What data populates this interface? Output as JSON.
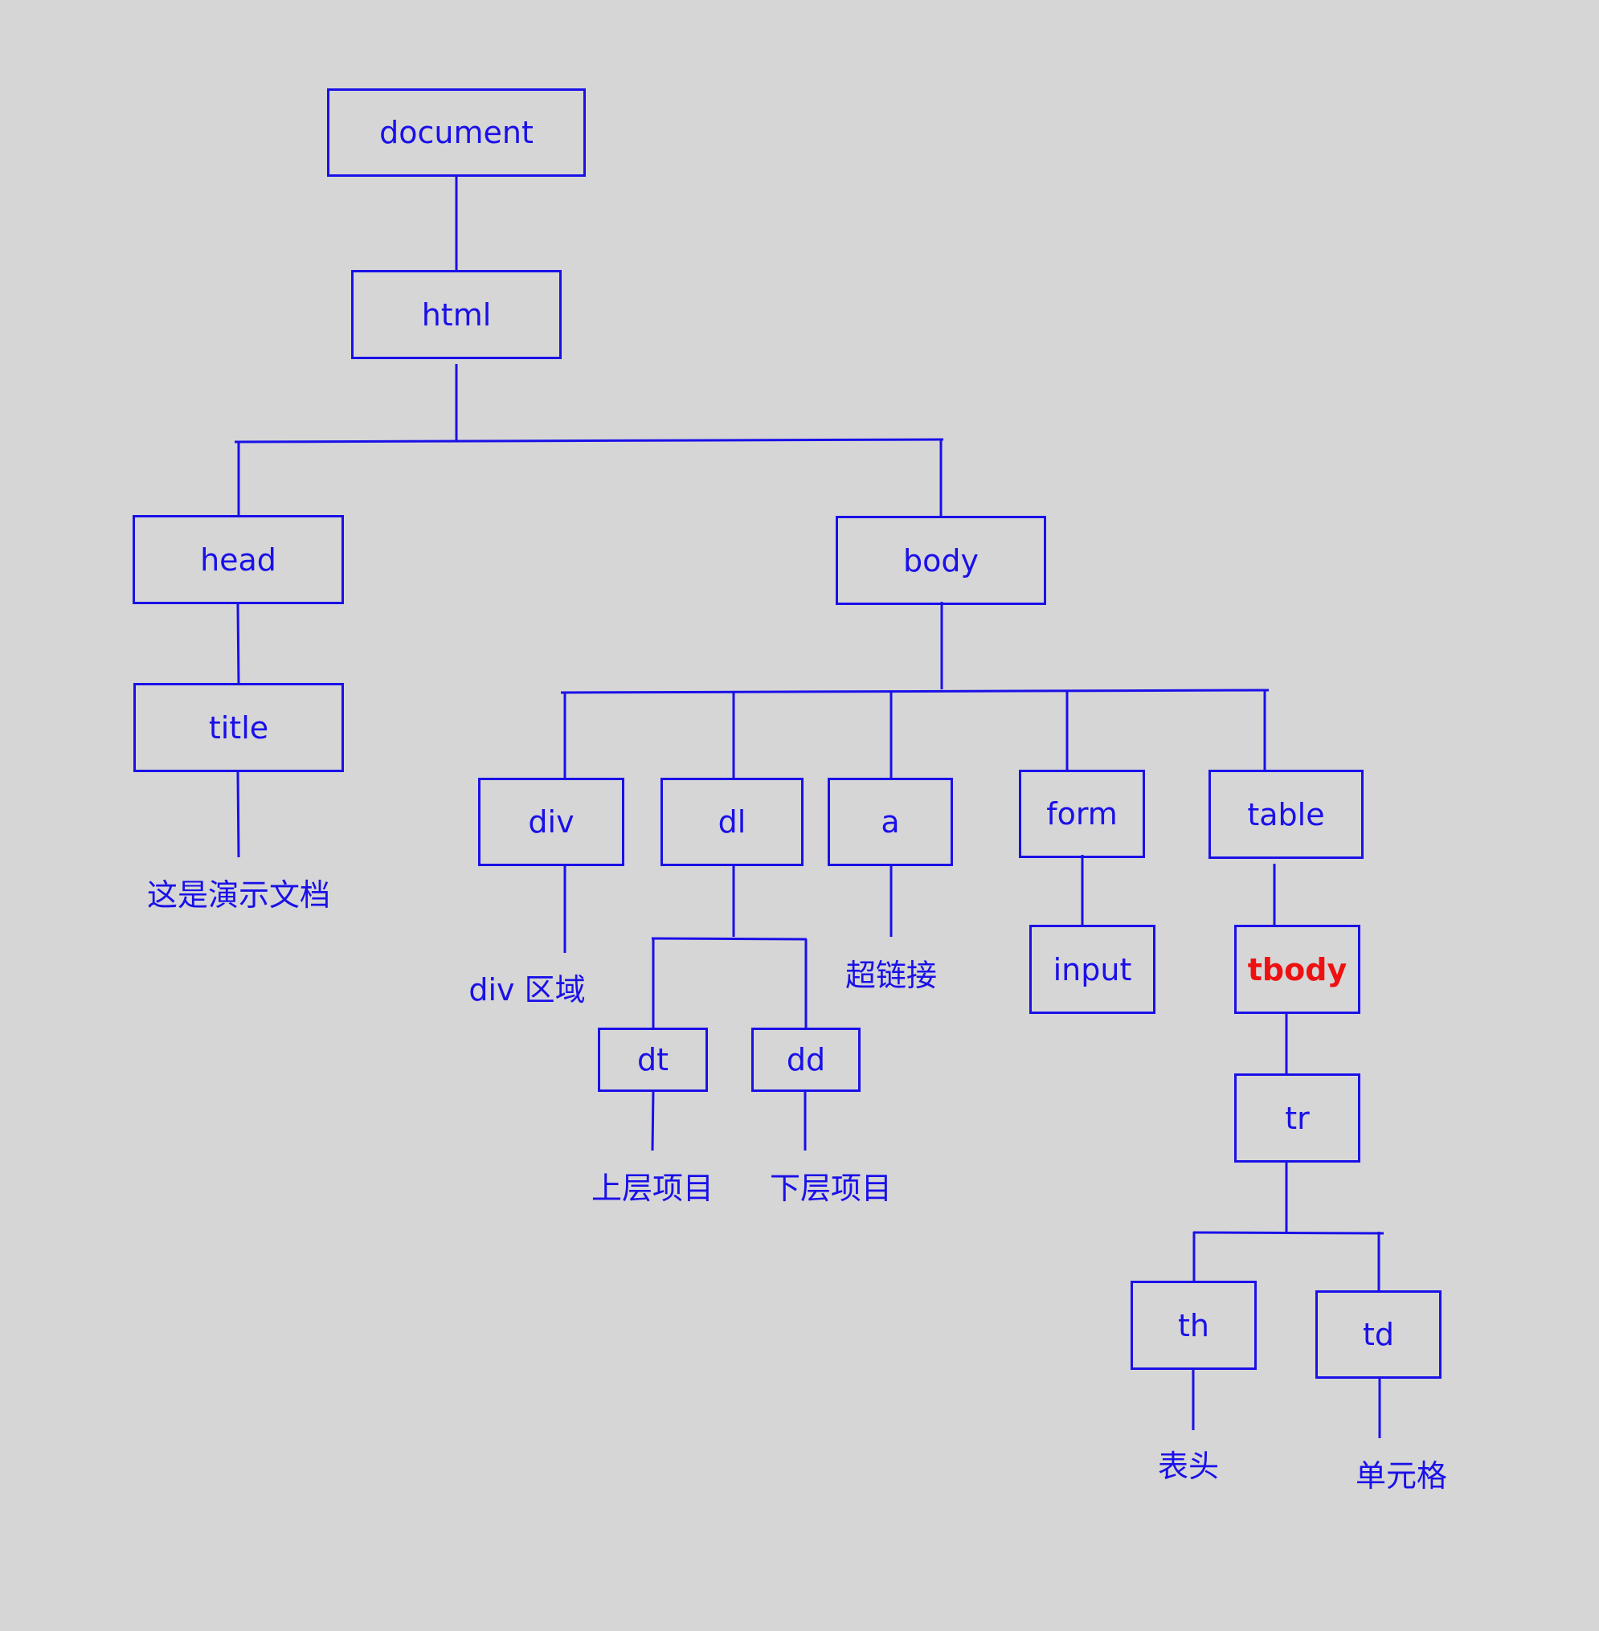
{
  "colors": {
    "background": "#d6d6d6",
    "line": "#1a10e8",
    "highlight": "#ee1111"
  },
  "nodes": {
    "document": "document",
    "html": "html",
    "head": "head",
    "title": "title",
    "body": "body",
    "div": "div",
    "dl": "dl",
    "a": "a",
    "form": "form",
    "table": "table",
    "dt": "dt",
    "dd": "dd",
    "input": "input",
    "tbody": "tbody",
    "tr": "tr",
    "th": "th",
    "td": "td"
  },
  "leaves": {
    "title_text": "这是演示文档",
    "div_text": "div 区域",
    "a_text": "超链接",
    "dt_text": "上层项目",
    "dd_text": "下层项目",
    "th_text": "表头",
    "td_text": "单元格"
  }
}
